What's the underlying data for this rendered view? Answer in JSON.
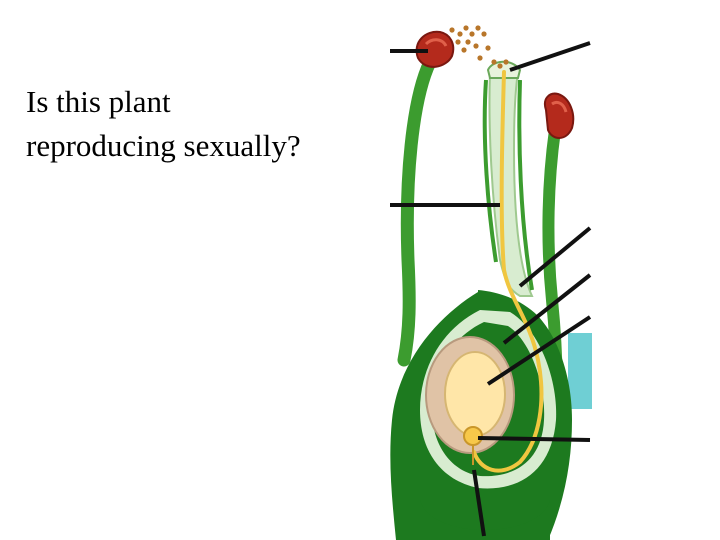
{
  "slide": {
    "question_lines": [
      "Is this plant",
      "reproducing sexually?"
    ]
  },
  "colors": {
    "background": "#ffffff",
    "dark_green": "#1d7a1f",
    "mid_green": "#3c9c2f",
    "light_green": "#d8ecd0",
    "pollen_tube": "#f0c640",
    "ovule_tan": "#e0c3a6",
    "embryo_sac": "#ffe6a8",
    "anther_red": "#b42a1c",
    "pollen_brown": "#b8762a",
    "callout_teal": "#6fcfd4",
    "leader_line": "#111111"
  },
  "icons": {
    "main": "pistil-cross-section-illustration"
  }
}
